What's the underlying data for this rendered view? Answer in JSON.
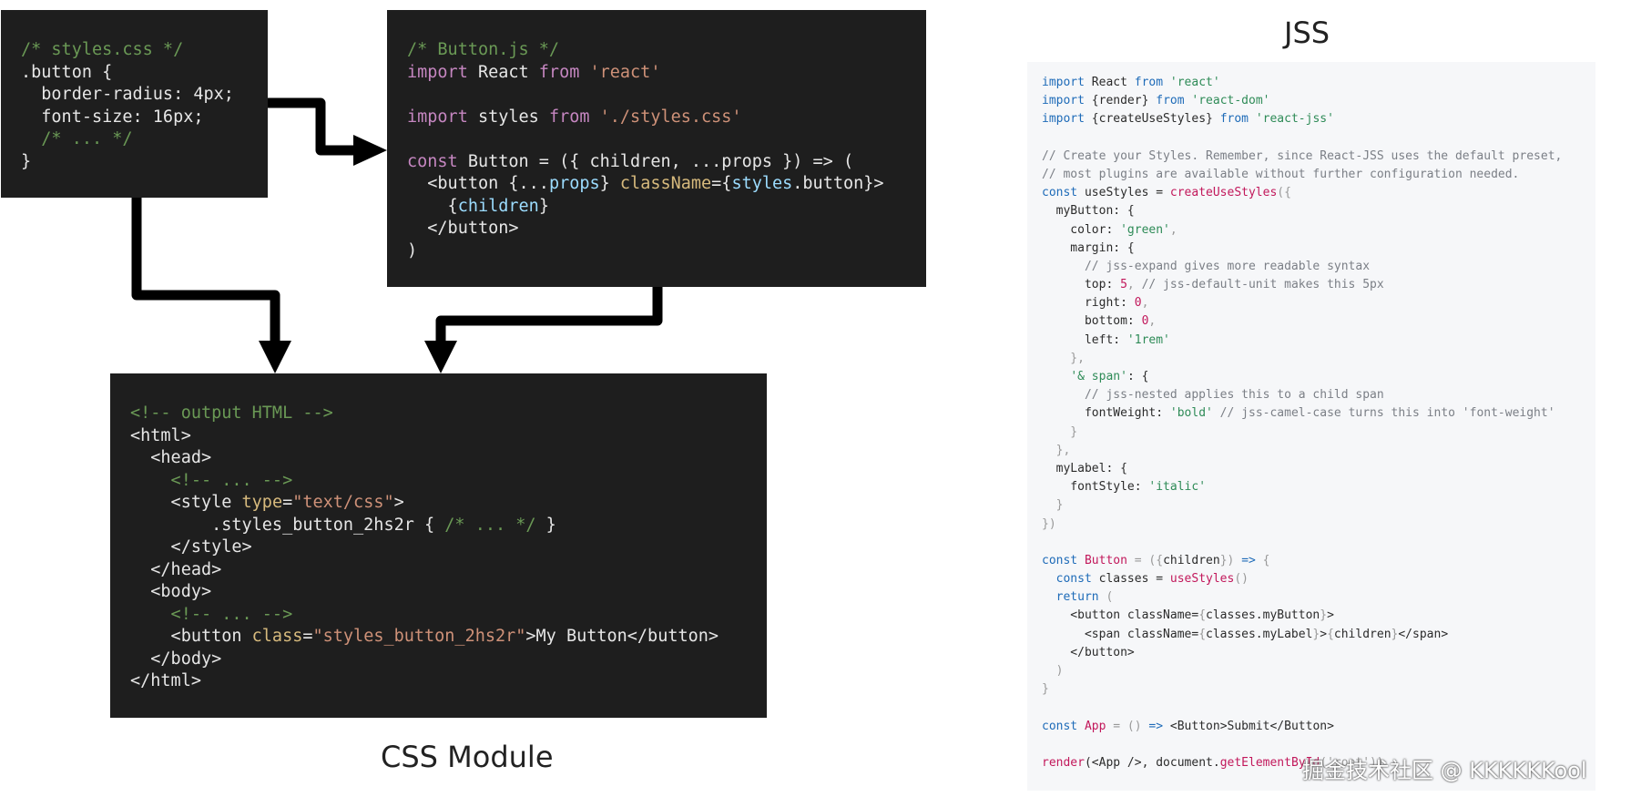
{
  "captions": {
    "css_module": "CSS Module",
    "jss": "JSS"
  },
  "watermark": "掘金技术社区 @ KKKKKKool",
  "colors": {
    "dark_panel_bg": "#1e1e1e",
    "comment": "#6a9955",
    "keyword": "#c586c0",
    "string": "#ce9178",
    "jss_panel_bg": "#f6f7f9",
    "arrow": "#000000"
  },
  "panels": {
    "styles_css": [
      [
        [
          "/* styles.css */",
          "com"
        ]
      ],
      [
        [
          ".button {",
          "txt"
        ]
      ],
      [
        [
          "  border-radius: 4px;",
          "txt"
        ]
      ],
      [
        [
          "  font-size: 16px;",
          "txt"
        ]
      ],
      [
        [
          "  /* ... */",
          "com"
        ]
      ],
      [
        [
          "}",
          "txt"
        ]
      ]
    ],
    "button_js": [
      [
        [
          "/* Button.js */",
          "com"
        ]
      ],
      [
        [
          "import",
          "kw"
        ],
        [
          " React ",
          "txt"
        ],
        [
          "from",
          "kw"
        ],
        [
          " 'react'",
          "str"
        ]
      ],
      [
        [
          "",
          "txt"
        ]
      ],
      [
        [
          "import",
          "kw"
        ],
        [
          " styles ",
          "txt"
        ],
        [
          "from",
          "kw"
        ],
        [
          " './styles.css'",
          "str"
        ]
      ],
      [
        [
          "",
          "txt"
        ]
      ],
      [
        [
          "const",
          "kw"
        ],
        [
          " Button = ({ children, ...props }) => (",
          "txt"
        ]
      ],
      [
        [
          "  <button {...",
          "txt"
        ],
        [
          "props",
          "var"
        ],
        [
          "} ",
          "txt"
        ],
        [
          "className",
          "attr"
        ],
        [
          "={",
          "txt"
        ],
        [
          "styles",
          "var"
        ],
        [
          ".button}>",
          "txt"
        ]
      ],
      [
        [
          "    {",
          "txt"
        ],
        [
          "children",
          "var"
        ],
        [
          "}",
          "txt"
        ]
      ],
      [
        [
          "  </button>",
          "txt"
        ]
      ],
      [
        [
          ")",
          "txt"
        ]
      ]
    ],
    "output_html": [
      [
        [
          "<!-- output HTML -->",
          "com"
        ]
      ],
      [
        [
          "<html>",
          "txt"
        ]
      ],
      [
        [
          "  <head>",
          "txt"
        ]
      ],
      [
        [
          "    <!-- ... -->",
          "com"
        ]
      ],
      [
        [
          "    <style ",
          "txt"
        ],
        [
          "type",
          "attr"
        ],
        [
          "=",
          "txt"
        ],
        [
          "\"text/css\"",
          "str"
        ],
        [
          ">",
          "txt"
        ]
      ],
      [
        [
          "        .styles_button_2hs2r { ",
          "txt"
        ],
        [
          "/* ... */",
          "com"
        ],
        [
          " }",
          "txt"
        ]
      ],
      [
        [
          "    </style>",
          "txt"
        ]
      ],
      [
        [
          "  </head>",
          "txt"
        ]
      ],
      [
        [
          "  <body>",
          "txt"
        ]
      ],
      [
        [
          "    <!-- ... -->",
          "com"
        ]
      ],
      [
        [
          "    <button ",
          "txt"
        ],
        [
          "class",
          "attr"
        ],
        [
          "=",
          "txt"
        ],
        [
          "\"styles_button_2hs2r\"",
          "str"
        ],
        [
          ">My Button</button>",
          "txt"
        ]
      ],
      [
        [
          "  </body>",
          "txt"
        ]
      ],
      [
        [
          "</html>",
          "txt"
        ]
      ]
    ]
  },
  "jss_code": [
    [
      [
        "import",
        "kw"
      ],
      [
        " React ",
        "txt"
      ],
      [
        "from",
        "kw"
      ],
      [
        " 'react'",
        "str"
      ]
    ],
    [
      [
        "import",
        "kw"
      ],
      [
        " {render} ",
        "txt"
      ],
      [
        "from",
        "kw"
      ],
      [
        " 'react-dom'",
        "str"
      ]
    ],
    [
      [
        "import",
        "kw"
      ],
      [
        " {createUseStyles} ",
        "txt"
      ],
      [
        "from",
        "kw"
      ],
      [
        " 'react-jss'",
        "str"
      ]
    ],
    [
      [
        "",
        "txt"
      ]
    ],
    [
      [
        "// Create your Styles. Remember, since React-JSS uses the default preset,",
        "com"
      ]
    ],
    [
      [
        "// most plugins are available without further configuration needed.",
        "com"
      ]
    ],
    [
      [
        "const",
        "kw"
      ],
      [
        " useStyles = ",
        "txt"
      ],
      [
        "createUseStyles",
        "fn"
      ],
      [
        "({",
        "pun"
      ]
    ],
    [
      [
        "  myButton: {",
        "txt"
      ]
    ],
    [
      [
        "    color: ",
        "txt"
      ],
      [
        "'green'",
        "str"
      ],
      [
        ",",
        "pun"
      ]
    ],
    [
      [
        "    margin: {",
        "txt"
      ]
    ],
    [
      [
        "      // jss-expand gives more readable syntax",
        "com"
      ]
    ],
    [
      [
        "      top: ",
        "txt"
      ],
      [
        "5",
        "num"
      ],
      [
        ", ",
        "pun"
      ],
      [
        "// jss-default-unit makes this 5px",
        "com"
      ]
    ],
    [
      [
        "      right: ",
        "txt"
      ],
      [
        "0",
        "num"
      ],
      [
        ",",
        "pun"
      ]
    ],
    [
      [
        "      bottom: ",
        "txt"
      ],
      [
        "0",
        "num"
      ],
      [
        ",",
        "pun"
      ]
    ],
    [
      [
        "      left: ",
        "txt"
      ],
      [
        "'1rem'",
        "str"
      ]
    ],
    [
      [
        "    },",
        "pun"
      ]
    ],
    [
      [
        "    ",
        "txt"
      ],
      [
        "'& span'",
        "str"
      ],
      [
        ": {",
        "txt"
      ]
    ],
    [
      [
        "      // jss-nested applies this to a child span",
        "com"
      ]
    ],
    [
      [
        "      fontWeight: ",
        "txt"
      ],
      [
        "'bold'",
        "str"
      ],
      [
        " // jss-camel-case turns this into 'font-weight'",
        "com"
      ]
    ],
    [
      [
        "    }",
        "pun"
      ]
    ],
    [
      [
        "  },",
        "pun"
      ]
    ],
    [
      [
        "  myLabel: {",
        "txt"
      ]
    ],
    [
      [
        "    fontStyle: ",
        "txt"
      ],
      [
        "'italic'",
        "str"
      ]
    ],
    [
      [
        "  }",
        "pun"
      ]
    ],
    [
      [
        "})",
        "pun"
      ]
    ],
    [
      [
        "",
        "txt"
      ]
    ],
    [
      [
        "const",
        "kw"
      ],
      [
        " Button ",
        "fn"
      ],
      [
        "= ({",
        "pun"
      ],
      [
        "children",
        "txt"
      ],
      [
        "}) ",
        "pun"
      ],
      [
        "=>",
        "kw"
      ],
      [
        " {",
        "pun"
      ]
    ],
    [
      [
        "  ",
        "txt"
      ],
      [
        "const",
        "kw"
      ],
      [
        " classes = ",
        "txt"
      ],
      [
        "useStyles",
        "fn"
      ],
      [
        "()",
        "pun"
      ]
    ],
    [
      [
        "  ",
        "txt"
      ],
      [
        "return",
        "kw"
      ],
      [
        " (",
        "pun"
      ]
    ],
    [
      [
        "    <button className=",
        "txt"
      ],
      [
        "{",
        "pun"
      ],
      [
        "classes.myButton",
        "txt"
      ],
      [
        "}",
        "pun"
      ],
      [
        ">",
        "txt"
      ]
    ],
    [
      [
        "      <span className=",
        "txt"
      ],
      [
        "{",
        "pun"
      ],
      [
        "classes.myLabel",
        "txt"
      ],
      [
        "}",
        "pun"
      ],
      [
        ">",
        "txt"
      ],
      [
        "{",
        "pun"
      ],
      [
        "children",
        "txt"
      ],
      [
        "}",
        "pun"
      ],
      [
        "</span>",
        "txt"
      ]
    ],
    [
      [
        "    </button>",
        "txt"
      ]
    ],
    [
      [
        "  )",
        "pun"
      ]
    ],
    [
      [
        "}",
        "pun"
      ]
    ],
    [
      [
        "",
        "txt"
      ]
    ],
    [
      [
        "const",
        "kw"
      ],
      [
        " App ",
        "fn"
      ],
      [
        "= () ",
        "pun"
      ],
      [
        "=>",
        "kw"
      ],
      [
        " <Button>Submit</Button>",
        "txt"
      ]
    ],
    [
      [
        "",
        "txt"
      ]
    ],
    [
      [
        "render",
        "fn"
      ],
      [
        "(<App />, document.",
        "txt"
      ],
      [
        "getElementById",
        "fn"
      ],
      [
        "('root'))",
        "pun"
      ]
    ]
  ]
}
